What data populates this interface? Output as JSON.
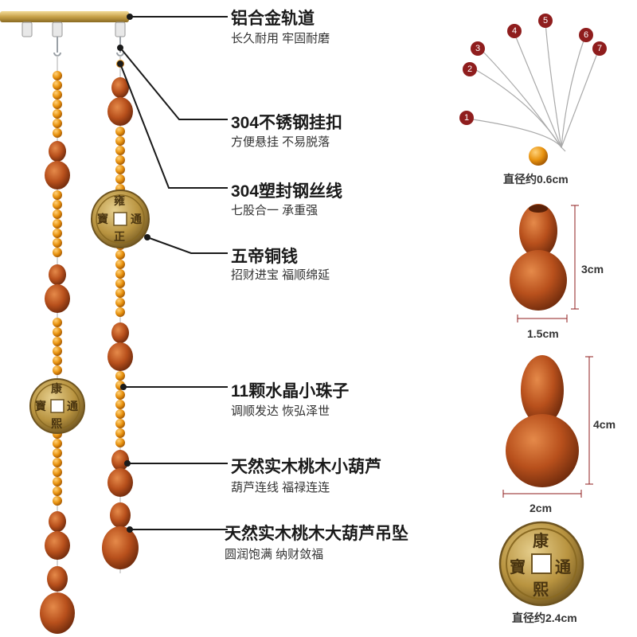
{
  "features": [
    {
      "title": "铝合金轨道",
      "subtitle": "长久耐用 牢固耐磨"
    },
    {
      "title": "304不锈钢挂扣",
      "subtitle": "方便悬挂 不易脱落"
    },
    {
      "title": "304塑封钢丝线",
      "subtitle": "七股合一 承重强"
    },
    {
      "title": "五帝铜钱",
      "subtitle": "招财进宝 福顺绵延"
    },
    {
      "title": "11颗水晶小珠子",
      "subtitle": "调顺发达 恢弘泽世"
    },
    {
      "title": "天然实木桃木小葫芦",
      "subtitle": "葫芦连线 福禄连连"
    },
    {
      "title": "天然实木桃木大葫芦吊坠",
      "subtitle": "圆润饱满 纳财敛福"
    }
  ],
  "strand_numbers": [
    "1",
    "2",
    "3",
    "4",
    "5",
    "6",
    "7"
  ],
  "details": {
    "bead_diameter": "直径约0.6cm",
    "small_gourd_height": "3cm",
    "small_gourd_width": "1.5cm",
    "large_gourd_height": "4cm",
    "large_gourd_width": "2cm",
    "coin_diameter": "直径约2.4cm"
  },
  "coin_characters": {
    "left_coin": [
      "康",
      "熙",
      "通",
      "寶"
    ],
    "center_coin": [
      "雍",
      "正",
      "通",
      "寶"
    ],
    "detail_coin": [
      "康",
      "熙",
      "通",
      "寶"
    ]
  },
  "colors": {
    "bead_orange": "#e8920e",
    "wood": "#b8501c",
    "brass": "#c9a24a",
    "accent_red": "#8f1d1d",
    "rail_gold": "#c8a24a"
  }
}
